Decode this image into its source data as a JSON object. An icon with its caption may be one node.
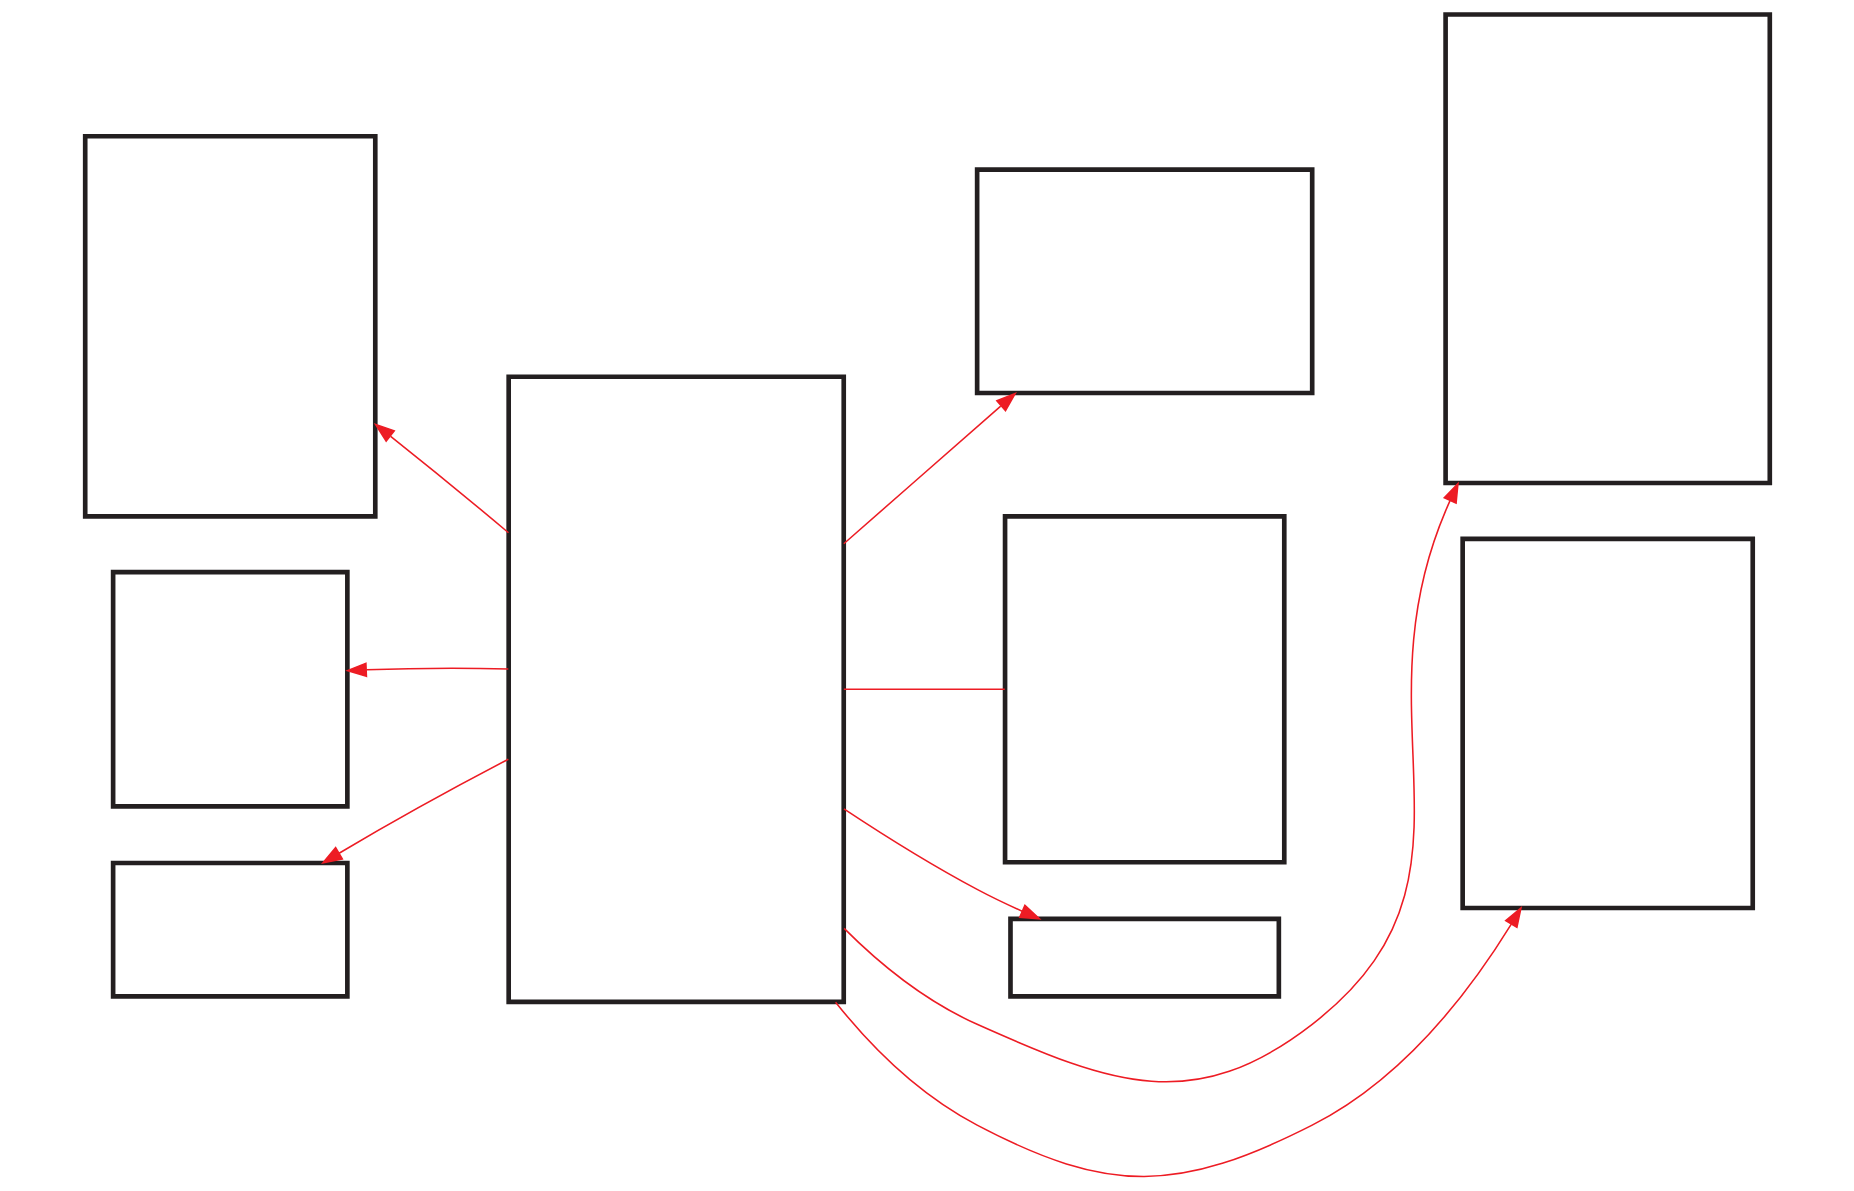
{
  "diagram": {
    "nodes": [
      {
        "text": [],
        "shape": "box"
      },
      {
        "text": [],
        "shape": "box"
      },
      {
        "text": [],
        "shape": "box"
      },
      {
        "text": [],
        "shape": "box"
      },
      {
        "text": [],
        "shape": "box"
      },
      {
        "text": [],
        "shape": "box"
      },
      {
        "text": [],
        "shape": "box"
      },
      {
        "text": [],
        "shape": "box"
      },
      {
        "text": [],
        "shape": "box"
      }
    ],
    "edges": [
      {
        "from": 3,
        "to": 0,
        "arrow": "to"
      },
      {
        "from": 3,
        "to": 1,
        "arrow": "to"
      },
      {
        "from": 3,
        "to": 2,
        "arrow": "to"
      },
      {
        "from": 3,
        "to": 4,
        "arrow": "to"
      },
      {
        "from": 3,
        "to": 7,
        "arrow": "to"
      },
      {
        "from": 3,
        "to": 5,
        "arrow": "none"
      },
      {
        "from": 3,
        "to": 8,
        "arrow": "to"
      },
      {
        "from": 3,
        "to": 6,
        "arrow": "to"
      }
    ]
  }
}
